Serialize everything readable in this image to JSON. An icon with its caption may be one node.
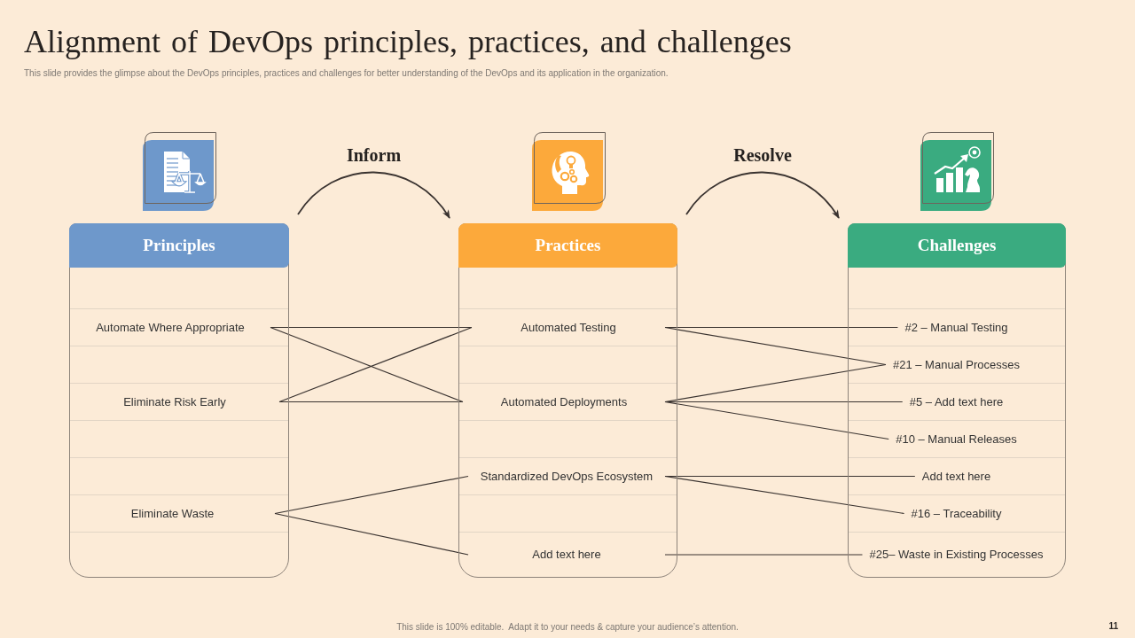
{
  "diagram": {
    "title": "Alignment of DevOps principles, practices, and challenges",
    "nodes": [
      {
        "text": [
          "Principles"
        ]
      },
      {
        "text": [
          "Automate Where Appropriate"
        ],
        "in": 0
      },
      {
        "text": [
          "Eliminate Risk Early"
        ],
        "in": 0
      },
      {
        "text": [
          "Eliminate Waste"
        ],
        "in": 0
      },
      {
        "text": [
          "Practices"
        ]
      },
      {
        "text": [
          "Automated Testing"
        ],
        "in": 4
      },
      {
        "text": [
          "Automated Deployments"
        ],
        "in": 4
      },
      {
        "text": [
          "Standardized DevOps Ecosystem"
        ],
        "in": 4
      },
      {
        "text": [
          "Add text here"
        ],
        "in": 4
      },
      {
        "text": [
          "Challenges"
        ]
      },
      {
        "text": [
          "#2 – Manual Testing"
        ],
        "in": 9
      },
      {
        "text": [
          "#21 – Manual Processes"
        ],
        "in": 9
      },
      {
        "text": [
          "#5 – Add text here"
        ],
        "in": 9
      },
      {
        "text": [
          "#10 – Manual Releases"
        ],
        "in": 9
      },
      {
        "text": [
          "Add text here"
        ],
        "in": 9
      },
      {
        "text": [
          "#16 – Traceability"
        ],
        "in": 9
      },
      {
        "text": [
          "#25– Waste in Existing Processes"
        ],
        "in": 9
      }
    ],
    "edges": [
      {
        "from": 0,
        "to": 4,
        "arrow": "to",
        "label": "Inform"
      },
      {
        "from": 4,
        "to": 9,
        "arrow": "to",
        "label": "Resolve"
      },
      {
        "from": 1,
        "to": 5,
        "arrow": "none"
      },
      {
        "from": 1,
        "to": 6,
        "arrow": "none"
      },
      {
        "from": 2,
        "to": 5,
        "arrow": "none"
      },
      {
        "from": 2,
        "to": 6,
        "arrow": "none"
      },
      {
        "from": 3,
        "to": 7,
        "arrow": "none"
      },
      {
        "from": 3,
        "to": 8,
        "arrow": "none"
      },
      {
        "from": 5,
        "to": 10,
        "arrow": "none"
      },
      {
        "from": 5,
        "to": 11,
        "arrow": "none"
      },
      {
        "from": 6,
        "to": 11,
        "arrow": "none"
      },
      {
        "from": 6,
        "to": 12,
        "arrow": "none"
      },
      {
        "from": 6,
        "to": 13,
        "arrow": "none"
      },
      {
        "from": 7,
        "to": 14,
        "arrow": "none"
      },
      {
        "from": 7,
        "to": 15,
        "arrow": "none"
      },
      {
        "from": 8,
        "to": 16,
        "arrow": "none"
      }
    ],
    "labels": [
      "This slide provides the glimpse about the DevOps principles, practices and challenges for better understanding of the DevOps and its application in the organization.",
      "This slide is 100% editable.  Adapt it to your needs & capture your audience’s attention.",
      "11"
    ]
  }
}
